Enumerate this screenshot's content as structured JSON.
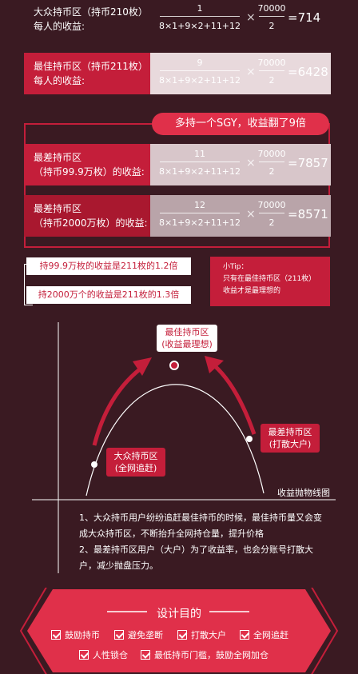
{
  "rows": [
    {
      "label1": "大众持币区（持币210枚）",
      "label2": "每人的收益:",
      "num": "1",
      "den": "8×1+9×2+11+12",
      "num2": "70000",
      "den2": "2",
      "result": "=714"
    },
    {
      "label1": "最佳持币区（持币211枚）",
      "label2": "每人的收益:",
      "num": "9",
      "den": "8×1+9×2+11+12",
      "num2": "70000",
      "den2": "2",
      "result": "=6428"
    },
    {
      "label1": "最差持币区",
      "label2": "（持币99.9万枚）的收益:",
      "num": "11",
      "den": "8×1+9×2+11+12",
      "num2": "70000",
      "den2": "2",
      "result": "=7857"
    },
    {
      "label1": "最差持币区",
      "label2": "（持币2000万枚）的收益:",
      "num": "12",
      "den": "8×1+9×2+11+12",
      "num2": "70000",
      "den2": "2",
      "result": "=8571"
    }
  ],
  "banner": "多持一个SGY，收益翻了9倍",
  "notes": {
    "pill1": "持99.9万枚的收益是211枚的1.2倍",
    "pill2": "持2000万个的收益是211枚的1.3倍",
    "tip_title": "小Tip：",
    "tip_line1": "只有在最佳持币区（211枚）",
    "tip_line2": "收益才是最理想的"
  },
  "curve": {
    "best_label1": "最佳持币区",
    "best_label2": "(收益最理想)",
    "mass_label1": "大众持币区",
    "mass_label2": "(全网追赶)",
    "worst_label1": "最差持币区",
    "worst_label2": "(打散大户)",
    "axis_label": "收益抛物线图"
  },
  "explain": {
    "line1": "1、大众持币用户纷纷追赶最佳持币的时候，最佳持币量又会变",
    "line2": "成大众持币区，不断抬升全网持仓量，提升价格",
    "line3": "2、最差持币区用户（大户）为了收益率，也会分账号打散大",
    "line4": "户，减少抛盘压力。"
  },
  "design": {
    "title": "设计目的",
    "items": [
      "鼓励持币",
      "避免垄断",
      "打散大户",
      "全网追赶",
      "人性锁仓",
      "最低持币门槛，鼓励全网加仓"
    ]
  },
  "colors": {
    "bg": "#3a1a22",
    "red": "#c41e3a",
    "light": "#e8d9dc",
    "gray": "#c9b7bb"
  }
}
